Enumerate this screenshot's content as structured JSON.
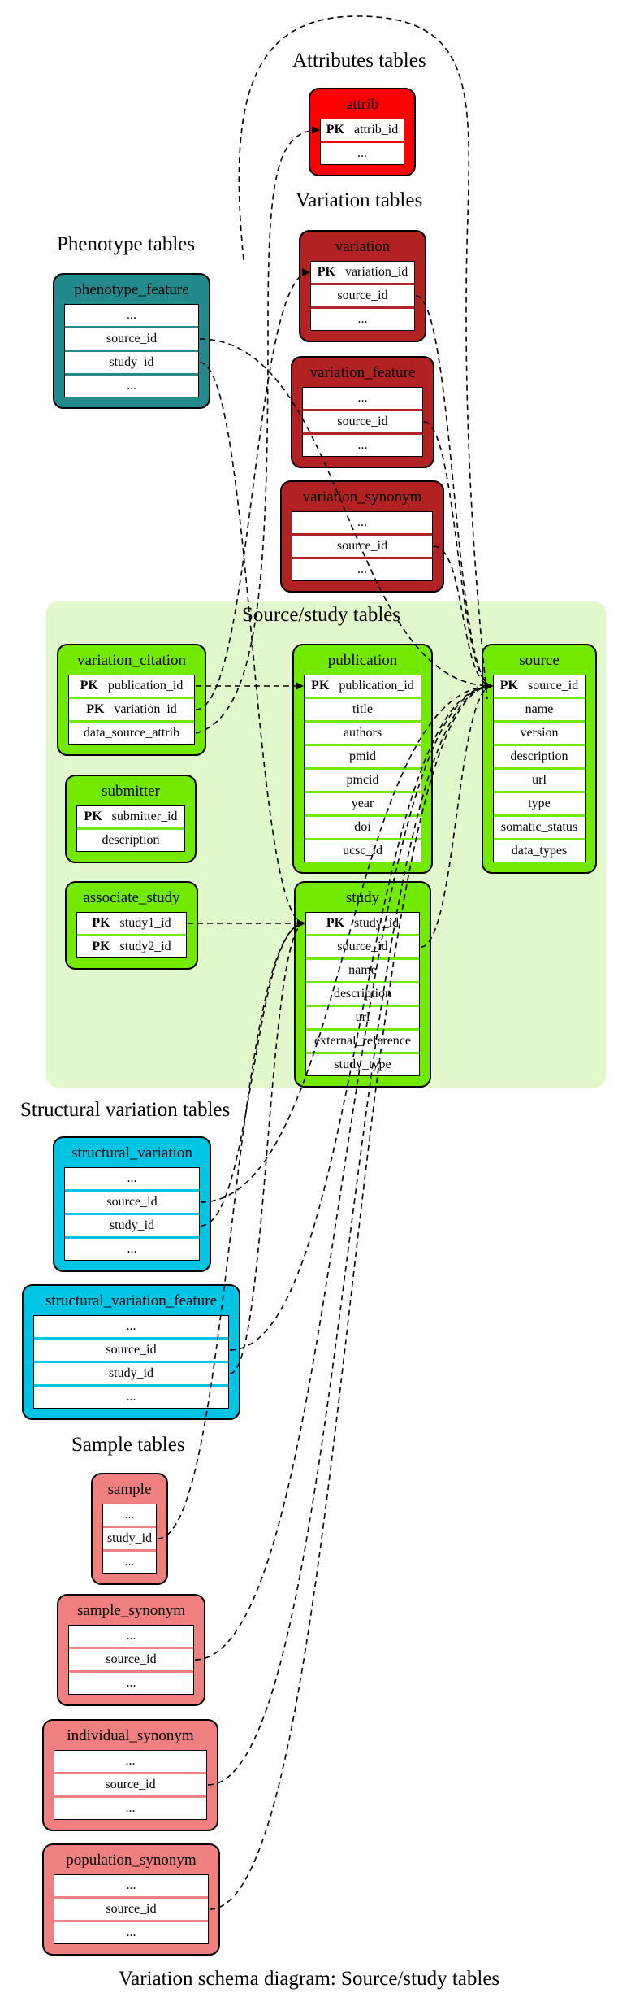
{
  "caption": "Variation schema diagram: Source/study tables",
  "headings": {
    "attributes": "Attributes tables",
    "variation": "Variation tables",
    "phenotype": "Phenotype tables",
    "source_study": "Source/study tables",
    "structural": "Structural variation tables",
    "sample": "Sample tables"
  },
  "pk_label": "PK",
  "colors": {
    "attributes": "#ff0000",
    "variation": "#b22222",
    "phenotype": "#22898c",
    "source_study": "#72ea00",
    "source_study_background": "#e1f8cd",
    "structural": "#00c4e3",
    "sample": "#f08080"
  },
  "tables": {
    "attrib": {
      "title": "attrib",
      "rows": [
        {
          "pk": true,
          "text": "attrib_id"
        },
        {
          "text": "..."
        }
      ]
    },
    "variation": {
      "title": "variation",
      "rows": [
        {
          "pk": true,
          "text": "variation_id"
        },
        {
          "text": "source_id"
        },
        {
          "text": "..."
        }
      ]
    },
    "variation_feature": {
      "title": "variation_feature",
      "rows": [
        {
          "text": "..."
        },
        {
          "text": "source_id"
        },
        {
          "text": "..."
        }
      ]
    },
    "variation_synonym": {
      "title": "variation_synonym",
      "rows": [
        {
          "text": "..."
        },
        {
          "text": "source_id"
        },
        {
          "text": "..."
        }
      ]
    },
    "phenotype_feature": {
      "title": "phenotype_feature",
      "rows": [
        {
          "text": "..."
        },
        {
          "text": "source_id"
        },
        {
          "text": "study_id"
        },
        {
          "text": "..."
        }
      ]
    },
    "variation_citation": {
      "title": "variation_citation",
      "rows": [
        {
          "pk": true,
          "text": "publication_id"
        },
        {
          "pk": true,
          "text": "variation_id"
        },
        {
          "text": "data_source_attrib"
        }
      ]
    },
    "publication": {
      "title": "publication",
      "rows": [
        {
          "pk": true,
          "text": "publication_id"
        },
        {
          "text": "title"
        },
        {
          "text": "authors"
        },
        {
          "text": "pmid"
        },
        {
          "text": "pmcid"
        },
        {
          "text": "year"
        },
        {
          "text": "doi"
        },
        {
          "text": "ucsc_id"
        }
      ]
    },
    "source": {
      "title": "source",
      "rows": [
        {
          "pk": true,
          "text": "source_id"
        },
        {
          "text": "name"
        },
        {
          "text": "version"
        },
        {
          "text": "description"
        },
        {
          "text": "url"
        },
        {
          "text": "type"
        },
        {
          "text": "somatic_status"
        },
        {
          "text": "data_types"
        }
      ]
    },
    "submitter": {
      "title": "submitter",
      "rows": [
        {
          "pk": true,
          "text": "submitter_id"
        },
        {
          "text": "description"
        }
      ]
    },
    "associate_study": {
      "title": "associate_study",
      "rows": [
        {
          "pk": true,
          "text": "study1_id"
        },
        {
          "pk": true,
          "text": "study2_id"
        }
      ]
    },
    "study": {
      "title": "study",
      "rows": [
        {
          "pk": true,
          "text": "study_id"
        },
        {
          "text": "source_id"
        },
        {
          "text": "name"
        },
        {
          "text": "description"
        },
        {
          "text": "url"
        },
        {
          "text": "external_reference"
        },
        {
          "text": "study_type"
        }
      ]
    },
    "structural_variation": {
      "title": "structural_variation",
      "rows": [
        {
          "text": "..."
        },
        {
          "text": "source_id"
        },
        {
          "text": "study_id"
        },
        {
          "text": "..."
        }
      ]
    },
    "structural_variation_feature": {
      "title": "structural_variation_feature",
      "rows": [
        {
          "text": "..."
        },
        {
          "text": "source_id"
        },
        {
          "text": "study_id"
        },
        {
          "text": "..."
        }
      ]
    },
    "sample": {
      "title": "sample",
      "rows": [
        {
          "text": "..."
        },
        {
          "text": "study_id"
        },
        {
          "text": "..."
        }
      ]
    },
    "sample_synonym": {
      "title": "sample_synonym",
      "rows": [
        {
          "text": "..."
        },
        {
          "text": "source_id"
        },
        {
          "text": "..."
        }
      ]
    },
    "individual_synonym": {
      "title": "individual_synonym",
      "rows": [
        {
          "text": "..."
        },
        {
          "text": "source_id"
        },
        {
          "text": "..."
        }
      ]
    },
    "population_synonym": {
      "title": "population_synonym",
      "rows": [
        {
          "text": "..."
        },
        {
          "text": "source_id"
        },
        {
          "text": "..."
        }
      ]
    }
  },
  "relationships": [
    {
      "from": "variation_citation",
      "field": "publication_id",
      "to": "publication"
    },
    {
      "from": "variation_citation",
      "field": "variation_id",
      "to": "variation"
    },
    {
      "from": "variation_citation",
      "field": "data_source_attrib",
      "to": "attrib"
    },
    {
      "from": "phenotype_feature",
      "field": "source_id",
      "to": "source"
    },
    {
      "from": "phenotype_feature",
      "field": "study_id",
      "to": "study"
    },
    {
      "from": "variation",
      "field": "source_id",
      "to": "source"
    },
    {
      "from": "variation_feature",
      "field": "source_id",
      "to": "source"
    },
    {
      "from": "variation_synonym",
      "field": "source_id",
      "to": "source"
    },
    {
      "from": "associate_study",
      "field": "study1_id",
      "to": "study"
    },
    {
      "from": "study",
      "field": "source_id",
      "to": "source"
    },
    {
      "from": "structural_variation",
      "field": "source_id",
      "to": "source"
    },
    {
      "from": "structural_variation",
      "field": "study_id",
      "to": "study"
    },
    {
      "from": "structural_variation_feature",
      "field": "source_id",
      "to": "source"
    },
    {
      "from": "structural_variation_feature",
      "field": "study_id",
      "to": "study"
    },
    {
      "from": "sample",
      "field": "study_id",
      "to": "study"
    },
    {
      "from": "sample_synonym",
      "field": "source_id",
      "to": "source"
    },
    {
      "from": "individual_synonym",
      "field": "source_id",
      "to": "source"
    },
    {
      "from": "population_synonym",
      "field": "source_id",
      "to": "source"
    }
  ]
}
